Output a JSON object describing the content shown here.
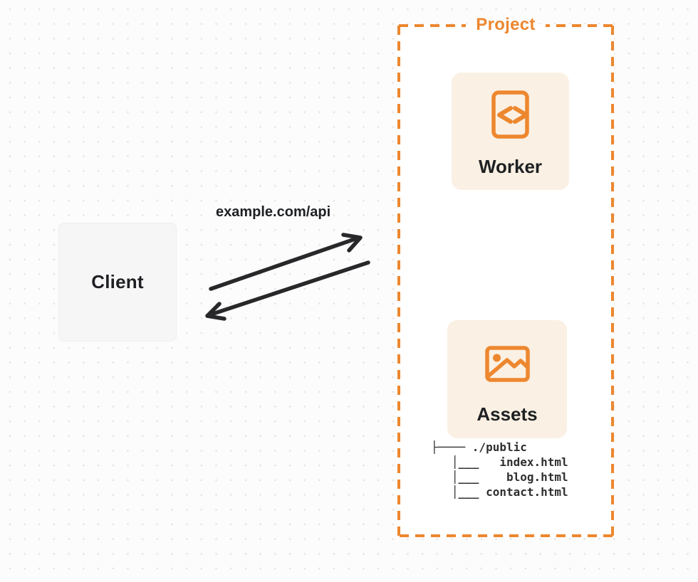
{
  "colors": {
    "accent_orange": "#ED872F",
    "card_cream": "#FAF0E3",
    "client_gray": "#F6F6F7",
    "arrow_black": "#28282A",
    "text_ink": "#1E2023"
  },
  "client": {
    "label": "Client"
  },
  "request": {
    "label": "example.com/api"
  },
  "project": {
    "label": "Project",
    "worker": {
      "label": "Worker",
      "icon": "code-file-icon"
    },
    "assets": {
      "label": "Assets",
      "icon": "image-icon"
    },
    "file_tree": {
      "root": "./public",
      "files": [
        "index.html",
        "blog.html",
        "contact.html"
      ],
      "lines": [
        "├──── ./public",
        "   │___   index.html",
        "   │___    blog.html",
        "   │___ contact.html"
      ]
    }
  }
}
